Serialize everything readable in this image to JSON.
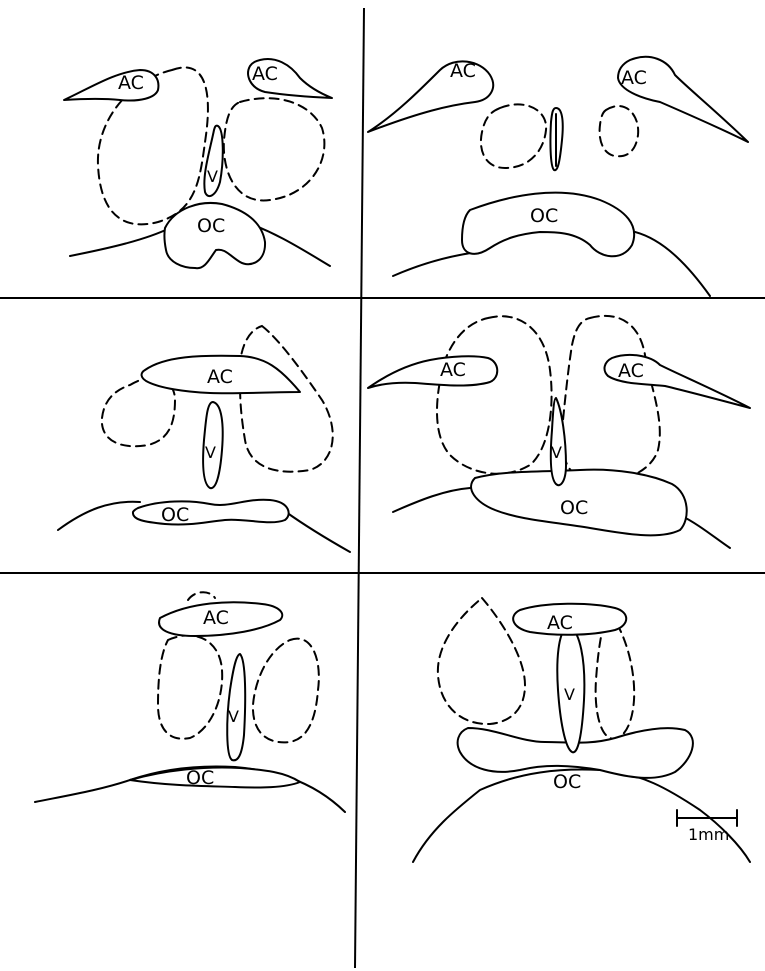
{
  "labels": {
    "ac": "AC",
    "oc": "OC",
    "v": "V"
  },
  "scale_bar": {
    "label": "1mm"
  },
  "panels": [
    {
      "id": "top-left",
      "labels": [
        "AC",
        "AC",
        "V",
        "OC"
      ]
    },
    {
      "id": "top-right",
      "labels": [
        "AC",
        "AC",
        "OC"
      ]
    },
    {
      "id": "middle-left",
      "labels": [
        "AC",
        "V",
        "OC"
      ]
    },
    {
      "id": "middle-right",
      "labels": [
        "AC",
        "AC",
        "V",
        "OC"
      ]
    },
    {
      "id": "bottom-left",
      "labels": [
        "AC",
        "V",
        "OC"
      ]
    },
    {
      "id": "bottom-right",
      "labels": [
        "AC",
        "V",
        "OC"
      ]
    }
  ]
}
